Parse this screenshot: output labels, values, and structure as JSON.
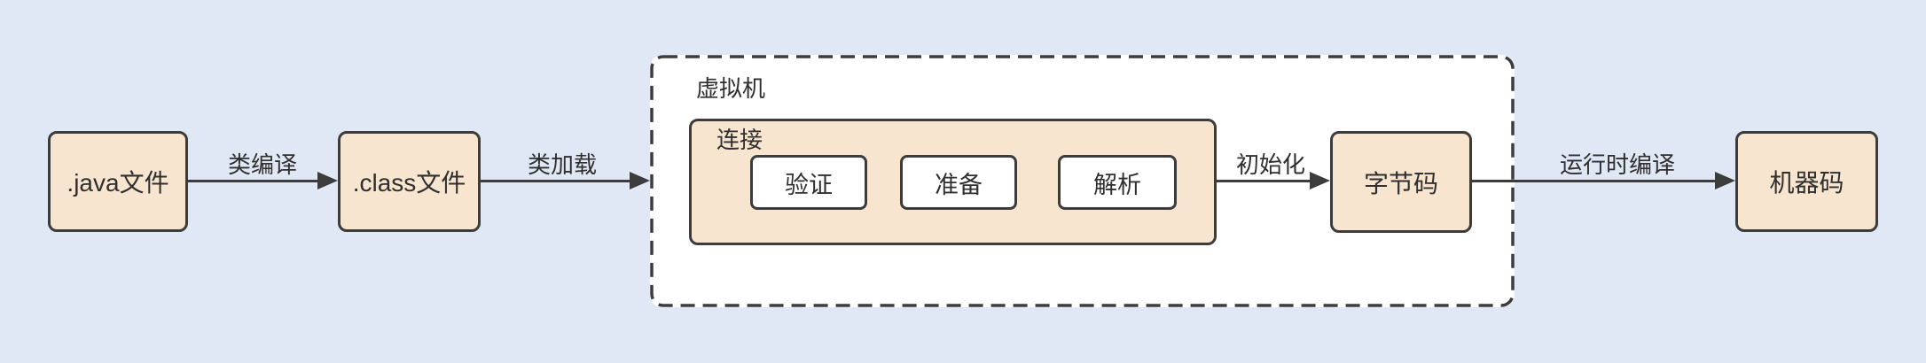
{
  "colors": {
    "background": "#e0e8f5",
    "node_fill": "#f8e5cf",
    "inner_fill": "#ffffff",
    "vm_fill": "#ffffff",
    "border": "#3c3c3c",
    "text": "#2f2f2f"
  },
  "nodes": {
    "java_file": {
      "label": ".java文件"
    },
    "class_file": {
      "label": ".class文件"
    },
    "vm": {
      "label": "虚拟机"
    },
    "linking": {
      "label": "连接"
    },
    "verify": {
      "label": "验证"
    },
    "prepare": {
      "label": "准备"
    },
    "resolve": {
      "label": "解析"
    },
    "bytecode": {
      "label": "字节码"
    },
    "machine_code": {
      "label": "机器码"
    }
  },
  "edges": {
    "compile": {
      "label": "类编译"
    },
    "load": {
      "label": "类加载"
    },
    "initialize": {
      "label": "初始化"
    },
    "runtime_compile": {
      "label": "运行时编译"
    }
  }
}
